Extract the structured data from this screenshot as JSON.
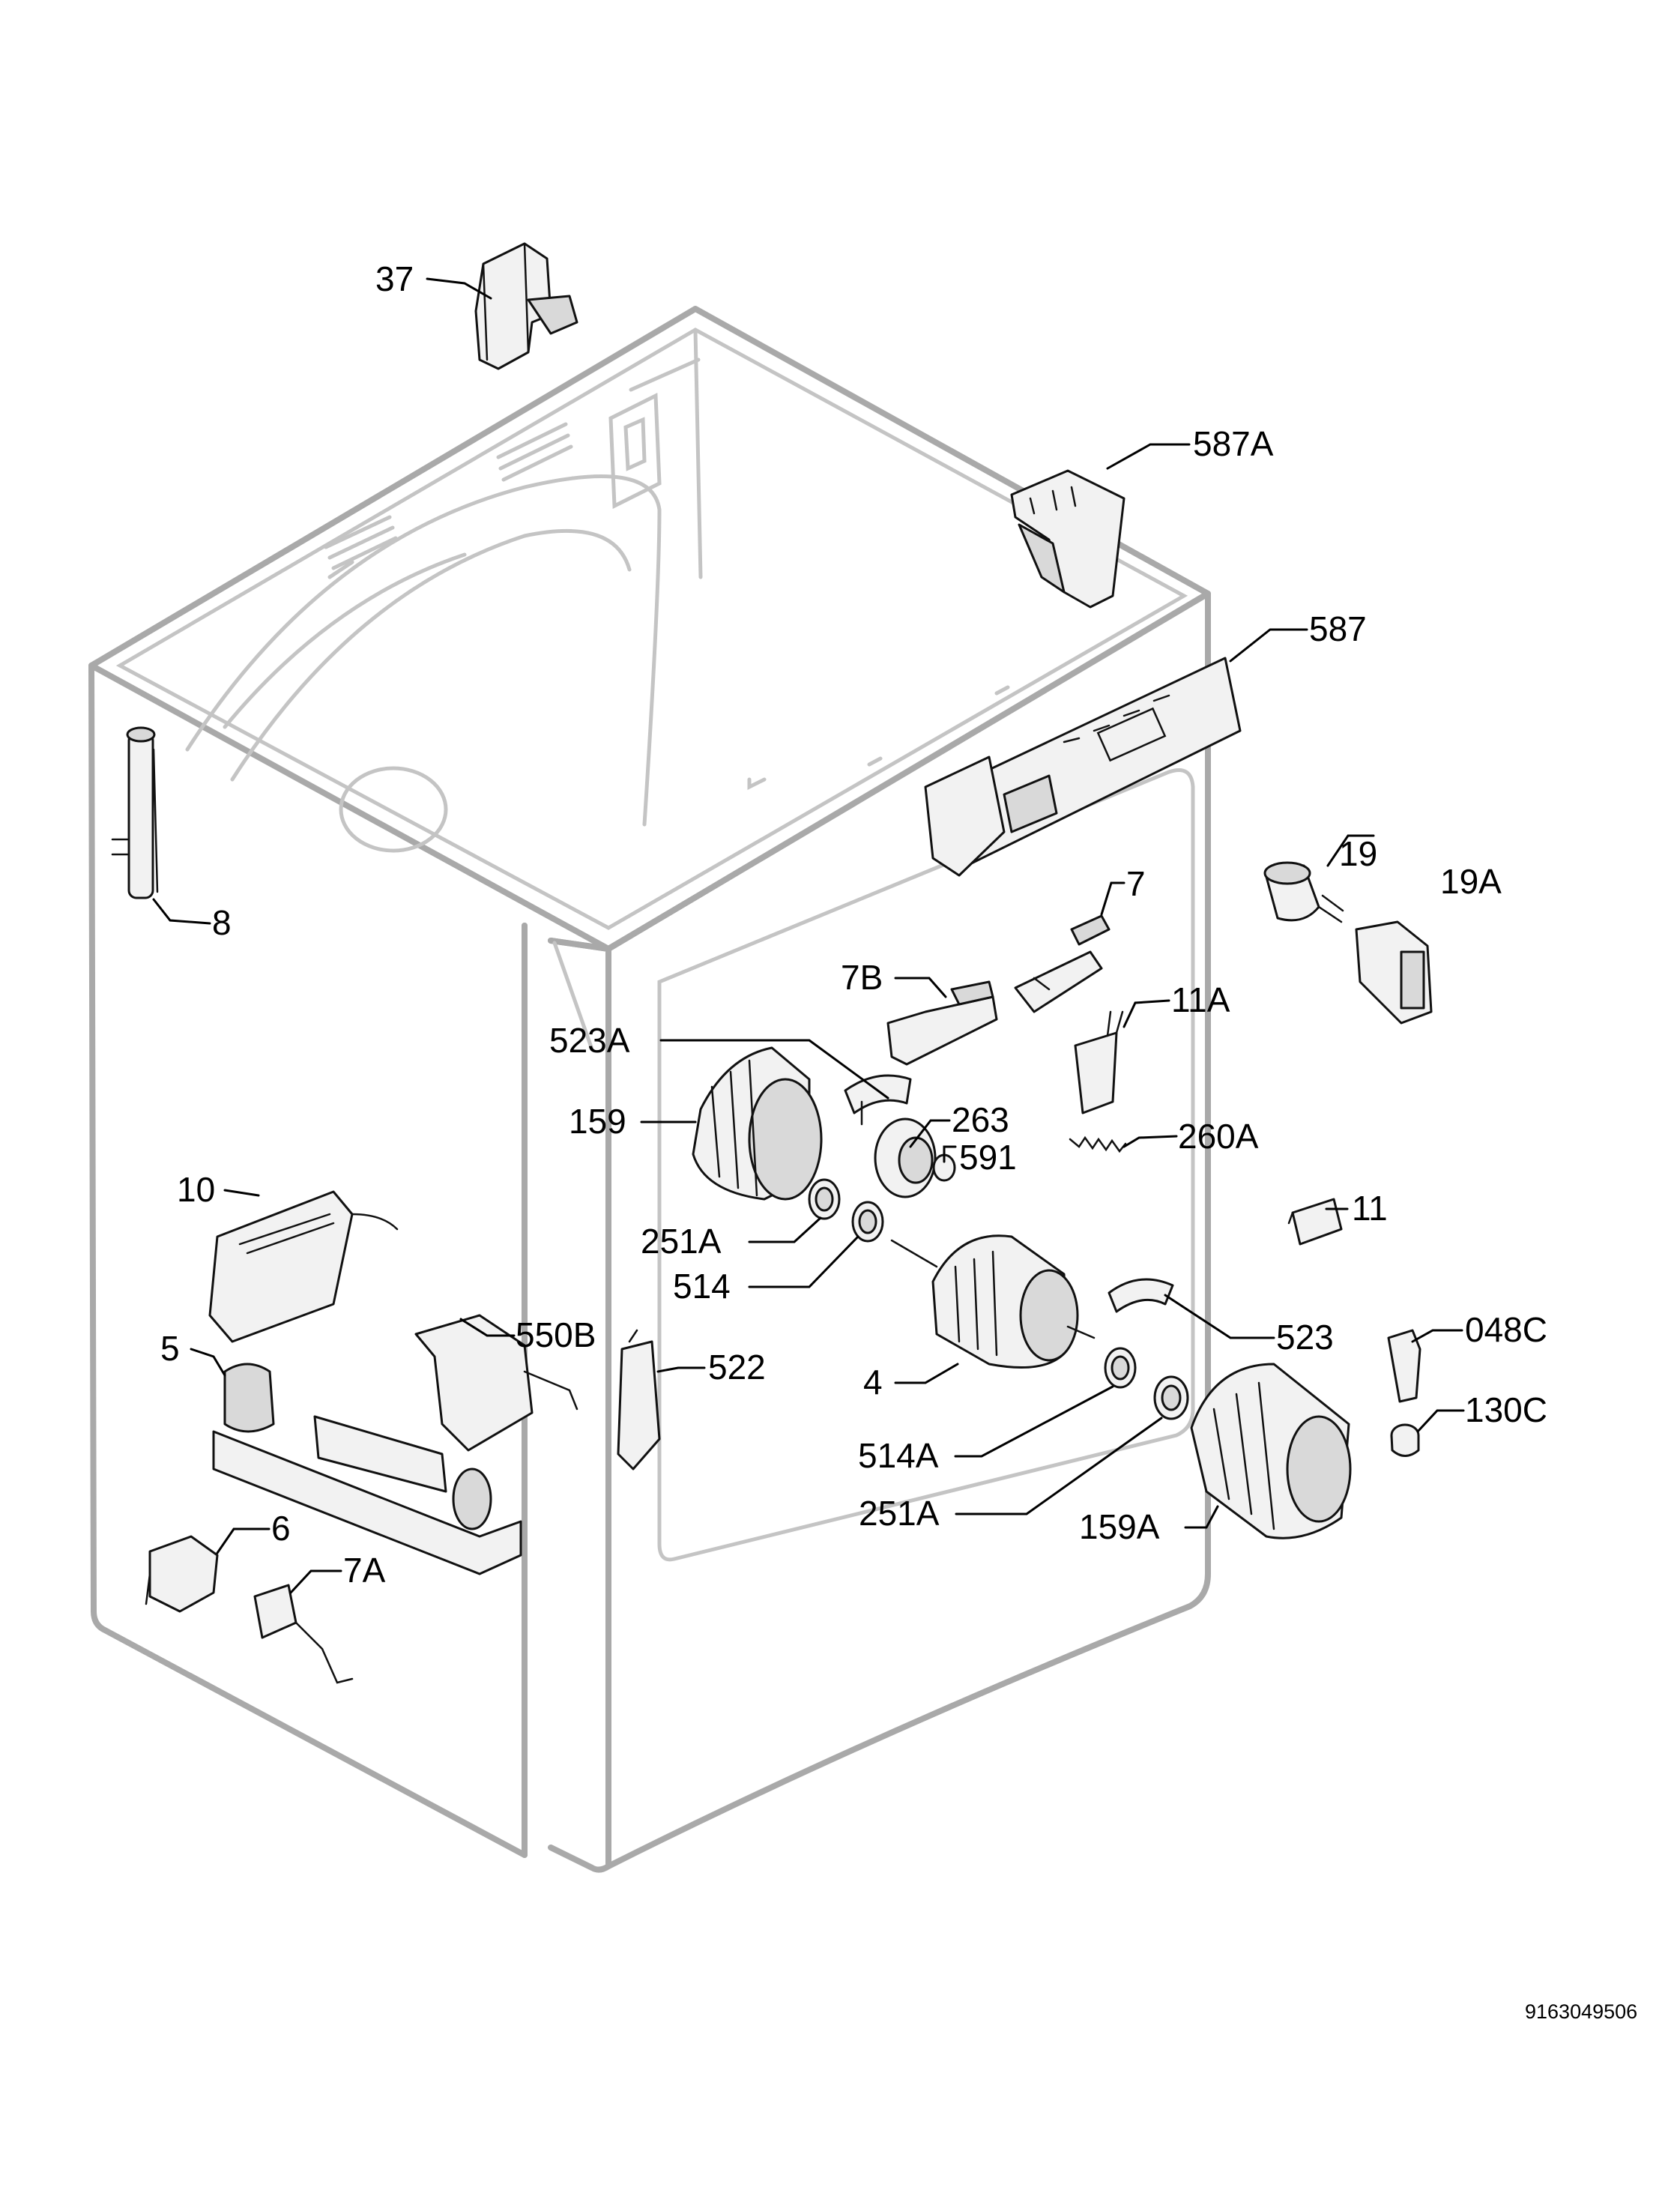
{
  "document_id": "9163049506",
  "callouts": [
    {
      "id": "c37",
      "label": "37"
    },
    {
      "id": "c587A",
      "label": "587A"
    },
    {
      "id": "c587",
      "label": "587"
    },
    {
      "id": "c8",
      "label": "8"
    },
    {
      "id": "c19",
      "label": "19"
    },
    {
      "id": "c19A",
      "label": "19A"
    },
    {
      "id": "c7",
      "label": "7"
    },
    {
      "id": "c7B",
      "label": "7B"
    },
    {
      "id": "c11A",
      "label": "11A"
    },
    {
      "id": "c523A",
      "label": "523A"
    },
    {
      "id": "c263",
      "label": "263"
    },
    {
      "id": "c159",
      "label": "159"
    },
    {
      "id": "c591",
      "label": "591"
    },
    {
      "id": "c260A",
      "label": "260A"
    },
    {
      "id": "c10",
      "label": "10"
    },
    {
      "id": "c251A_1",
      "label": "251A"
    },
    {
      "id": "c11",
      "label": "11"
    },
    {
      "id": "c514",
      "label": "514"
    },
    {
      "id": "c550B",
      "label": "550B"
    },
    {
      "id": "c523",
      "label": "523"
    },
    {
      "id": "c048C",
      "label": "048C"
    },
    {
      "id": "c5",
      "label": "5"
    },
    {
      "id": "c522",
      "label": "522"
    },
    {
      "id": "c4",
      "label": "4"
    },
    {
      "id": "c130C",
      "label": "130C"
    },
    {
      "id": "c514A",
      "label": "514A"
    },
    {
      "id": "c251A_2",
      "label": "251A"
    },
    {
      "id": "c159A",
      "label": "159A"
    },
    {
      "id": "c6",
      "label": "6"
    },
    {
      "id": "c7A",
      "label": "7A"
    }
  ]
}
